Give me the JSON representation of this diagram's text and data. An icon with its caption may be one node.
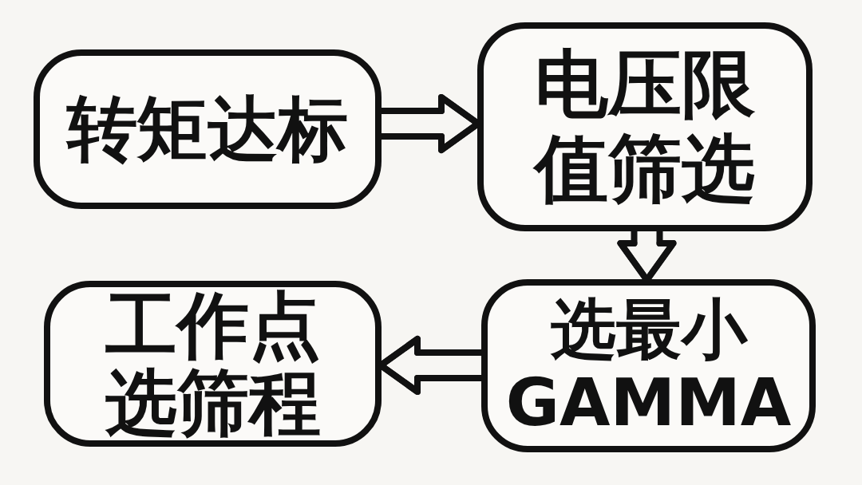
{
  "diagram": {
    "nodes": [
      {
        "text": [
          "转矩达标"
        ]
      },
      {
        "text": [
          "电压限值筛选"
        ]
      },
      {
        "text": [
          "选最小 GAMMA"
        ]
      },
      {
        "text": [
          "工作点选筛程"
        ]
      }
    ],
    "edges": [
      {
        "from": 0,
        "to": 1,
        "arrow": "to"
      },
      {
        "from": 1,
        "to": 2,
        "arrow": "to"
      },
      {
        "from": 2,
        "to": 3,
        "arrow": "to"
      }
    ]
  }
}
